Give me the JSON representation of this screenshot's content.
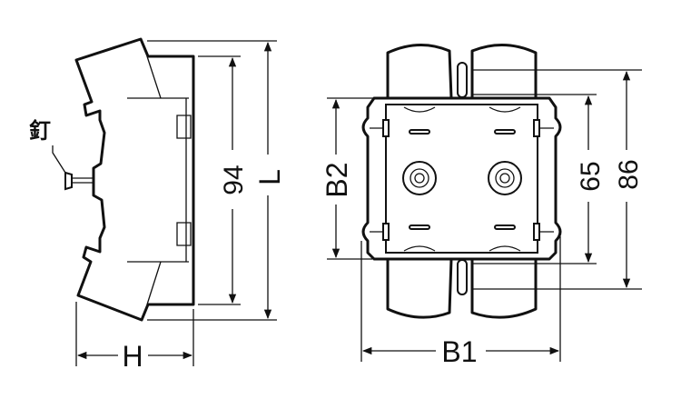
{
  "side_view": {
    "nail_label": "釘",
    "dim_inner_height": "94",
    "dim_total_length": "L",
    "dim_depth": "H"
  },
  "front_view": {
    "dim_width": "B1",
    "dim_width_sub": "1",
    "dim_height": "B2",
    "dim_height_sub": "2",
    "dim_hole_pitch": "65",
    "dim_overall": "86"
  },
  "colors": {
    "line": "#111111",
    "background": "#ffffff"
  }
}
